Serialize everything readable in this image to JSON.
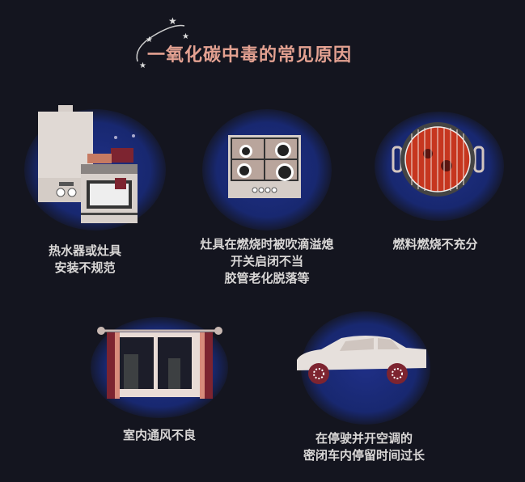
{
  "title": "一氧化碳中毒的常见原因",
  "items": [
    {
      "icon": "water-heater-stove-icon",
      "label_lines": [
        "热水器或灶具",
        "安装不规范"
      ]
    },
    {
      "icon": "gas-stovetop-icon",
      "label_lines": [
        "灶具在燃烧时被吹滴溢熄",
        "开关启闭不当",
        "胶管老化脱落等"
      ]
    },
    {
      "icon": "charcoal-grill-icon",
      "label_lines": [
        "燃料燃烧不充分"
      ]
    },
    {
      "icon": "window-icon",
      "label_lines": [
        "室内通风不良"
      ]
    },
    {
      "icon": "car-icon",
      "label_lines": [
        "在停驶并开空调的",
        "密闭车内停留时间过长"
      ]
    }
  ],
  "colors": {
    "background": "#14151f",
    "title": "#e3a191",
    "label": "#d9d7d6",
    "glow": "#1f2f86",
    "accent_red": "#7d2430"
  }
}
